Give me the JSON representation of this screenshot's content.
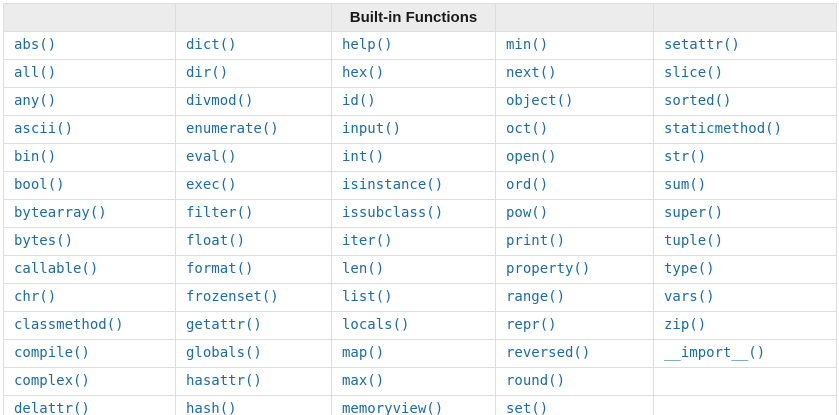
{
  "table": {
    "title": "Built-in Functions",
    "title_column_index": 2,
    "column_count": 5,
    "rows": [
      [
        "abs()",
        "dict()",
        "help()",
        "min()",
        "setattr()"
      ],
      [
        "all()",
        "dir()",
        "hex()",
        "next()",
        "slice()"
      ],
      [
        "any()",
        "divmod()",
        "id()",
        "object()",
        "sorted()"
      ],
      [
        "ascii()",
        "enumerate()",
        "input()",
        "oct()",
        "staticmethod()"
      ],
      [
        "bin()",
        "eval()",
        "int()",
        "open()",
        "str()"
      ],
      [
        "bool()",
        "exec()",
        "isinstance()",
        "ord()",
        "sum()"
      ],
      [
        "bytearray()",
        "filter()",
        "issubclass()",
        "pow()",
        "super()"
      ],
      [
        "bytes()",
        "float()",
        "iter()",
        "print()",
        "tuple()"
      ],
      [
        "callable()",
        "format()",
        "len()",
        "property()",
        "type()"
      ],
      [
        "chr()",
        "frozenset()",
        "list()",
        "range()",
        "vars()"
      ],
      [
        "classmethod()",
        "getattr()",
        "locals()",
        "repr()",
        "zip()"
      ],
      [
        "compile()",
        "globals()",
        "map()",
        "reversed()",
        "__import__()"
      ],
      [
        "complex()",
        "hasattr()",
        "max()",
        "round()",
        ""
      ],
      [
        "delattr()",
        "hash()",
        "memoryview()",
        "set()",
        ""
      ]
    ]
  },
  "colors": {
    "link": "#1c6ba5",
    "header_background": "#ececec",
    "border": "#dddddd",
    "title": "#1a1a1a"
  }
}
